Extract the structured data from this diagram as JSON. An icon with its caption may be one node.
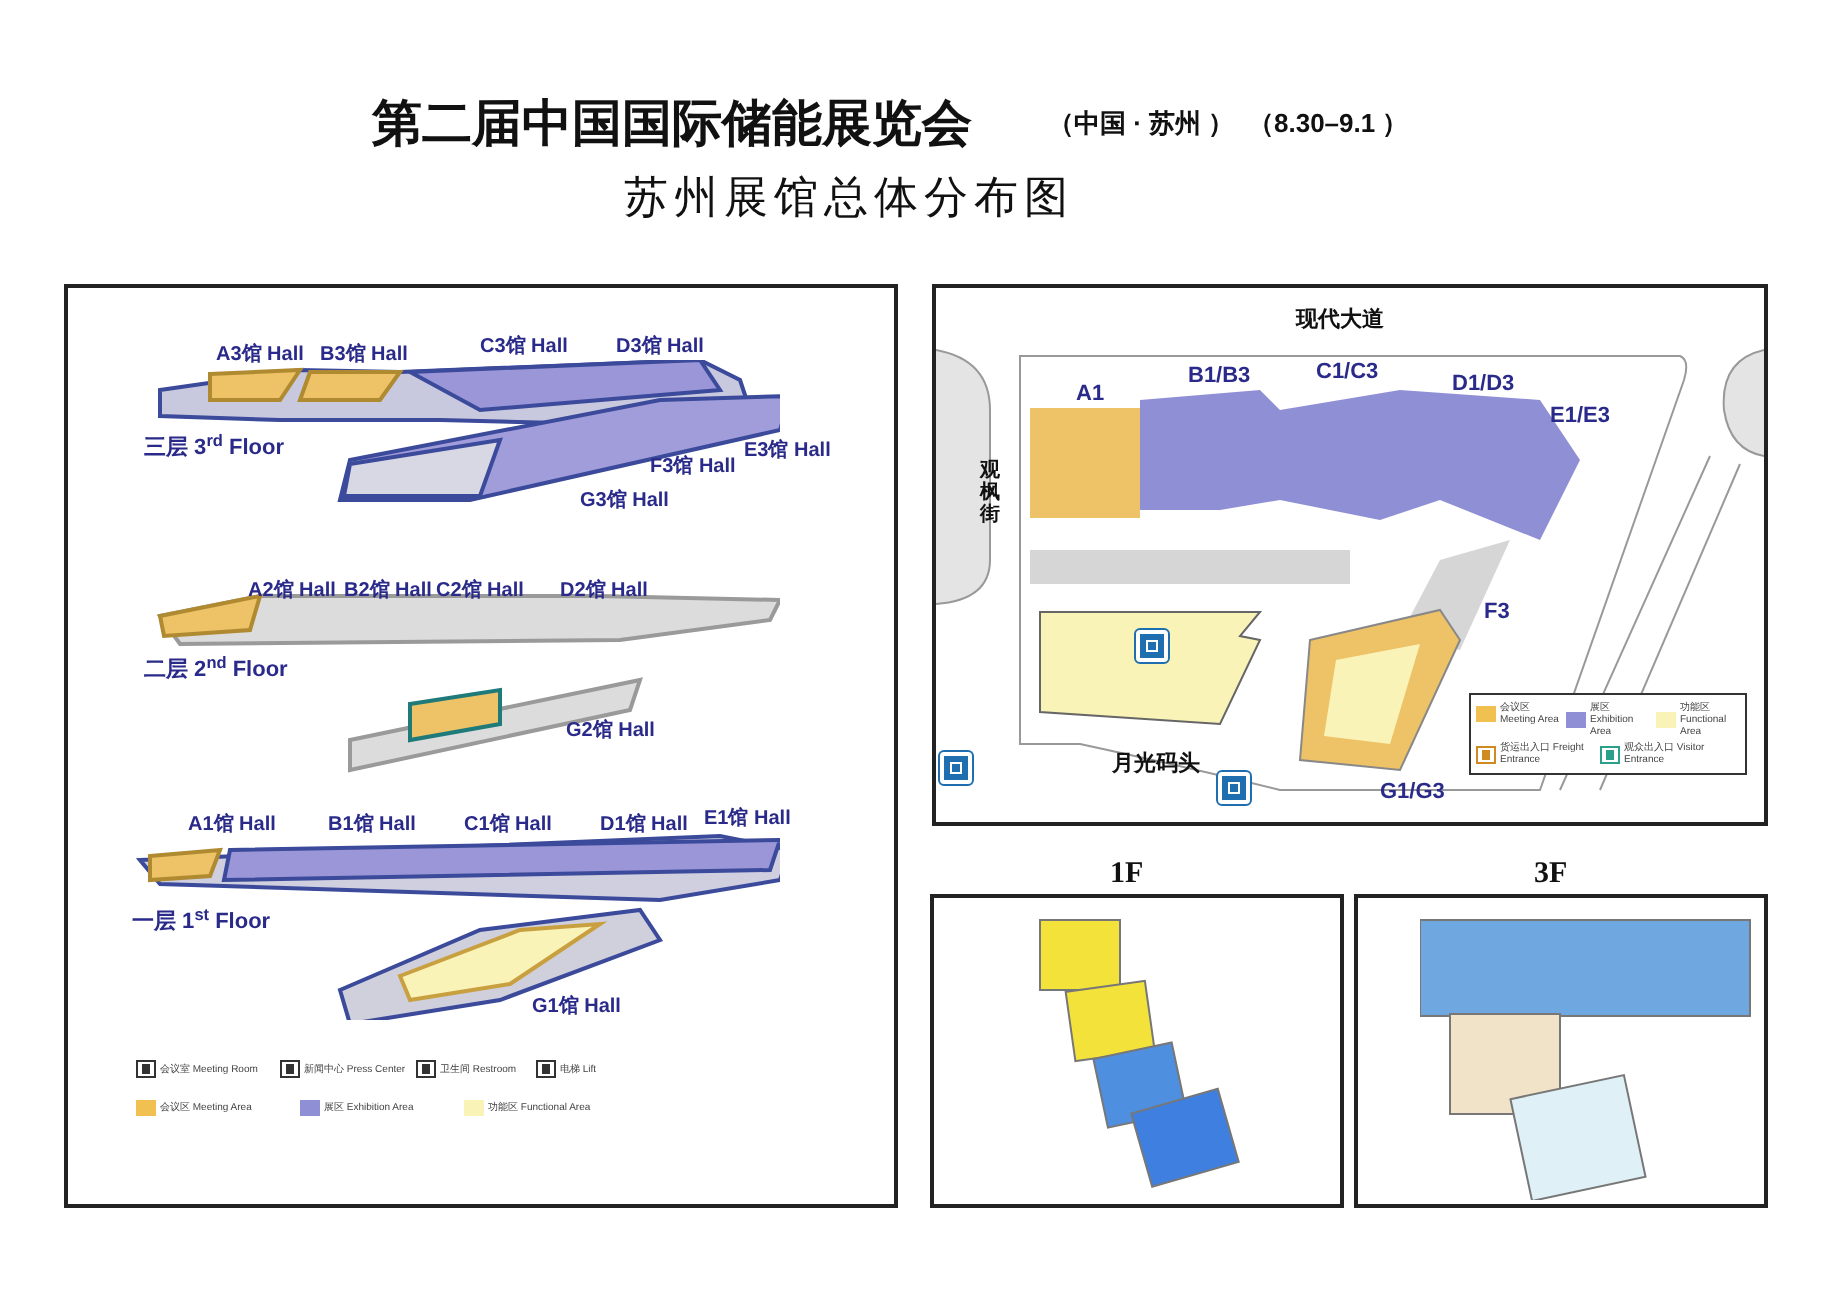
{
  "diagram": {
    "title": "第二届中国国际储能展览会",
    "labels": [
      "（中国 · 苏州 ）",
      "（8.30–9.1 ）",
      "苏州展馆总体分布图",
      "A3馆 Hall",
      "B3馆 Hall",
      "C3馆 Hall",
      "D3馆 Hall",
      "E3馆 Hall",
      "F3馆 Hall",
      "G3馆 Hall",
      "三层 3$^{rd}$ Floor",
      "A2馆 Hall",
      "B2馆 Hall",
      "C2馆 Hall",
      "D2馆 Hall",
      "二层 2$^{nd}$ Floor",
      "G2馆 Hall",
      "A1馆 Hall",
      "B1馆 Hall",
      "C1馆 Hall",
      "D1馆 Hall",
      "E1馆 Hall",
      "一层 1$^{st}$ Floor",
      "G1馆 Hall",
      "现代大道",
      "A1",
      "B1/B3",
      "C1/C3",
      "D1/D3",
      "E1/E3",
      "观枫街",
      "F3",
      "G1/G3",
      "月光码头",
      "1F",
      "3F"
    ],
    "legend": [
      {
        "text": "会议室 Meeting Room"
      },
      {
        "text": "新闻中心 Press Center"
      },
      {
        "text": "卫生间 Restroom"
      },
      {
        "text": "电梯 Lift"
      },
      {
        "text": "会议区 Meeting Area",
        "color": "#f0c050"
      },
      {
        "text": "展区 Exhibition Area",
        "color": "#8f8fd6"
      },
      {
        "text": "功能区 Functional Area",
        "color": "#faf3b8"
      },
      {
        "text": "会议区 Meeting Area",
        "color": "#f0c050"
      },
      {
        "text": "展区 Exhibition Area",
        "color": "#8f8fd6"
      },
      {
        "text": "功能区 Functional Area",
        "color": "#faf3b8"
      },
      {
        "text": "货运出入口 Freight Entrance"
      },
      {
        "text": "观众出入口 Visitor Entrance"
      }
    ]
  }
}
